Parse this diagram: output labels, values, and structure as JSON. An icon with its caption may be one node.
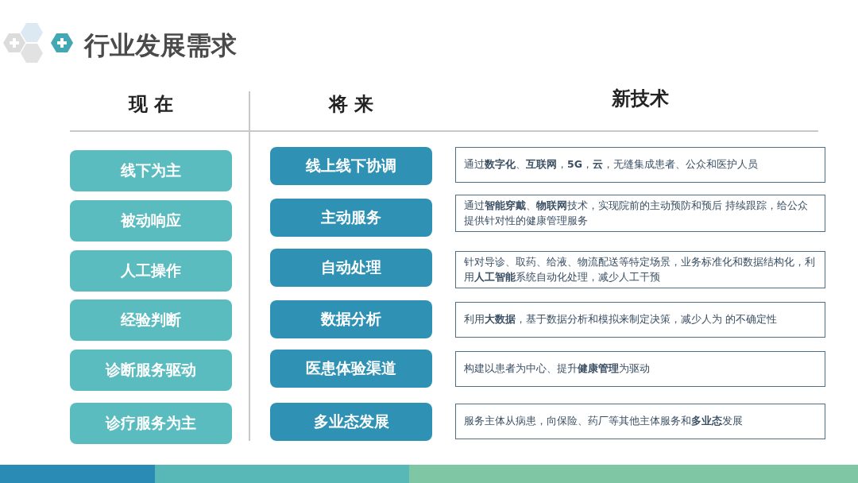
{
  "diagram": {
    "title": "行业发展需求",
    "nodes": [
      {
        "text": [
          "线下为主"
        ]
      },
      {
        "text": [
          "被动响应"
        ]
      },
      {
        "text": [
          "人工操作"
        ]
      },
      {
        "text": [
          "经验判断"
        ]
      },
      {
        "text": [
          "诊断服务驱动"
        ]
      },
      {
        "text": [
          "诊疗服务为主"
        ]
      },
      {
        "text": [
          "线上线下协调"
        ]
      },
      {
        "text": [
          "主动服务"
        ]
      },
      {
        "text": [
          "自动处理"
        ]
      },
      {
        "text": [
          "数据分析"
        ]
      },
      {
        "text": [
          "医患体验渠道"
        ]
      },
      {
        "text": [
          "多业态发展"
        ]
      },
      {
        "text": [
          "通过**数字化**、**互联网**，**5G**，**云**，无缝集成患者、公众和医护人员"
        ]
      },
      {
        "text": [
          "通过**智能穿戴**、**物联网**技术，实现院前的主动预防和预后 持续跟踪，给公众提供针对性的健康管理服务"
        ]
      },
      {
        "text": [
          "针对导诊、取药、给液、物流配送等特定场景，业务标准化和数据结构化，利用**人工智能**系统自动化处理，减少人工干预"
        ]
      },
      {
        "text": [
          "利用**大数据**，基于数据分析和模拟来制定决策，减少人为 的不确定性"
        ]
      },
      {
        "text": [
          "构建以患者为中心、提升**健康管理**为驱动"
        ]
      },
      {
        "text": [
          "服务主体从病患，向保险、药厂等其他主体服务和**多业态**发展"
        ]
      }
    ],
    "labels": [
      "现 在",
      "将 来",
      "新技术"
    ]
  }
}
